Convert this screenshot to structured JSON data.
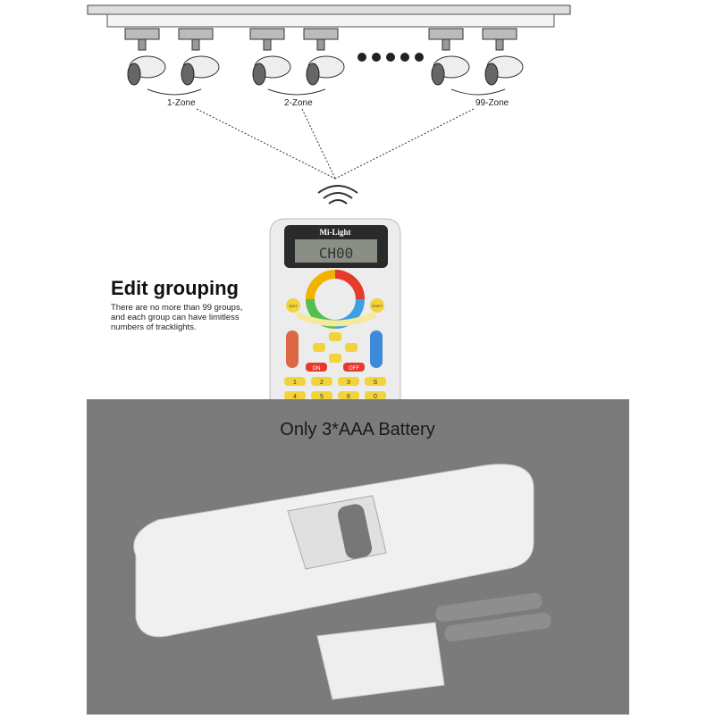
{
  "zones": [
    "1-Zone",
    "2-Zone",
    "99-Zone"
  ],
  "remote": {
    "brand": "Mi-Light",
    "lcd_text": "CH00",
    "buttons": {
      "left_small": "EDIT",
      "right_small": "SHIFT",
      "on": "ON",
      "off": "OFF",
      "keypad": [
        "1",
        "2",
        "3",
        "S",
        "4",
        "5",
        "6",
        "0"
      ]
    }
  },
  "edit_grouping": {
    "title": "Edit grouping",
    "description": [
      "There are no more than 99 groups,",
      "and each group can have limitless",
      "numbers of tracklights."
    ]
  },
  "battery_section": {
    "title": "Only 3*AAA Battery"
  },
  "colors": {
    "bg_gray": "#7b7b7b",
    "remote_body": "#ececec",
    "lcd_bg": "#2a2a2a",
    "lcd_screen": "#8a8f86",
    "button_yellow": "#f2d33b",
    "button_red": "#e53a2e"
  }
}
